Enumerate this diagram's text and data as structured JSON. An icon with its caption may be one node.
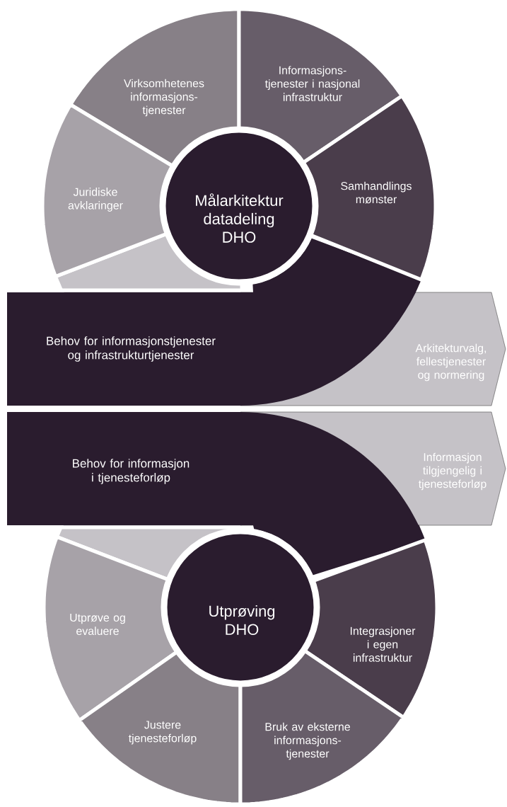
{
  "diagram": {
    "nodes": [
      {
        "text": [
          "Virksomhetenes informasjons- tjenester"
        ]
      },
      {
        "text": [
          "Informasjons- tjenester i nasjonal infrastruktur"
        ]
      },
      {
        "text": [
          "Juridiske avklaringer"
        ]
      },
      {
        "text": [
          "Målarkitektur datadeling DHO"
        ]
      },
      {
        "text": [
          "Samhandlings mønster"
        ]
      },
      {
        "text": [
          "Behov for informasjonstjenester og infrastrukturtjenester"
        ]
      },
      {
        "text": [
          "Arkitekturvalg, fellestjenester og normering"
        ]
      },
      {
        "text": [
          "Behov for informasjon i tjenesteforløp"
        ]
      },
      {
        "text": [
          "Informasjon tilgjengelig i tjenesteforløp"
        ]
      },
      {
        "text": [
          "Utprøve og evaluere"
        ]
      },
      {
        "text": [
          "Utprøving DHO"
        ]
      },
      {
        "text": [
          "Integrasjoner i egen infrastruktur"
        ]
      },
      {
        "text": [
          "Justere tjenesteforløp"
        ]
      },
      {
        "text": [
          "Bruk av eksterne informasjons- tjenester"
        ]
      }
    ]
  }
}
